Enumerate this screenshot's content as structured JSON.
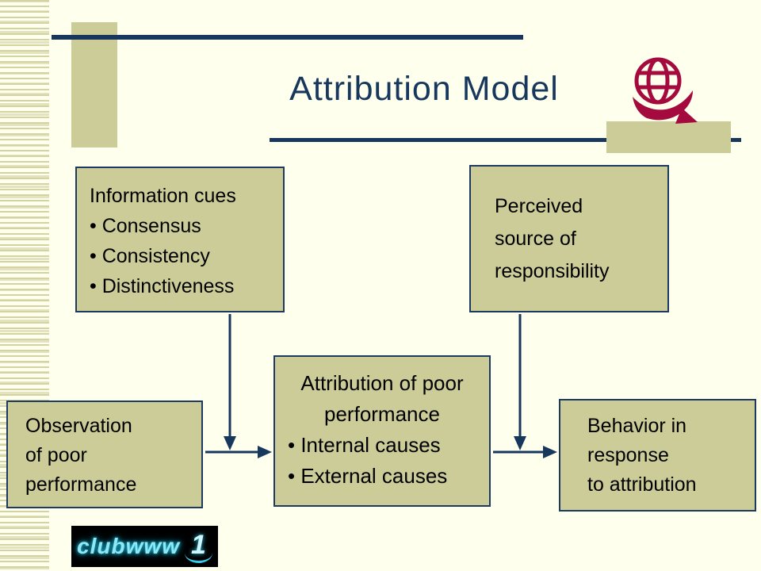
{
  "title": "Attribution Model",
  "boxes": {
    "information_cues": {
      "lines": [
        "Information cues",
        "• Consensus",
        "• Consistency",
        "• Distinctiveness"
      ]
    },
    "perceived_source": {
      "lines": [
        "Perceived",
        "source of",
        "responsibility"
      ]
    },
    "observation": {
      "lines": [
        "Observation",
        "of poor",
        "performance"
      ]
    },
    "attribution": {
      "lines": [
        "Attribution of poor",
        "performance",
        "• Internal causes",
        "• External causes"
      ]
    },
    "behavior": {
      "lines": [
        "Behavior in",
        "response",
        "to attribution"
      ]
    }
  },
  "logo": {
    "club_text": "clubwww",
    "club_number": "1"
  },
  "icons": {
    "globe": "globe-swoosh-icon"
  },
  "colors": {
    "background_cream": "#FFFFEE",
    "tan": "#CCCC99",
    "navy": "#17375D",
    "crimson": "#A50A3E",
    "box_text": "#000000",
    "logo_bg": "#000000",
    "logo_cyan": "#8FE9F5"
  }
}
